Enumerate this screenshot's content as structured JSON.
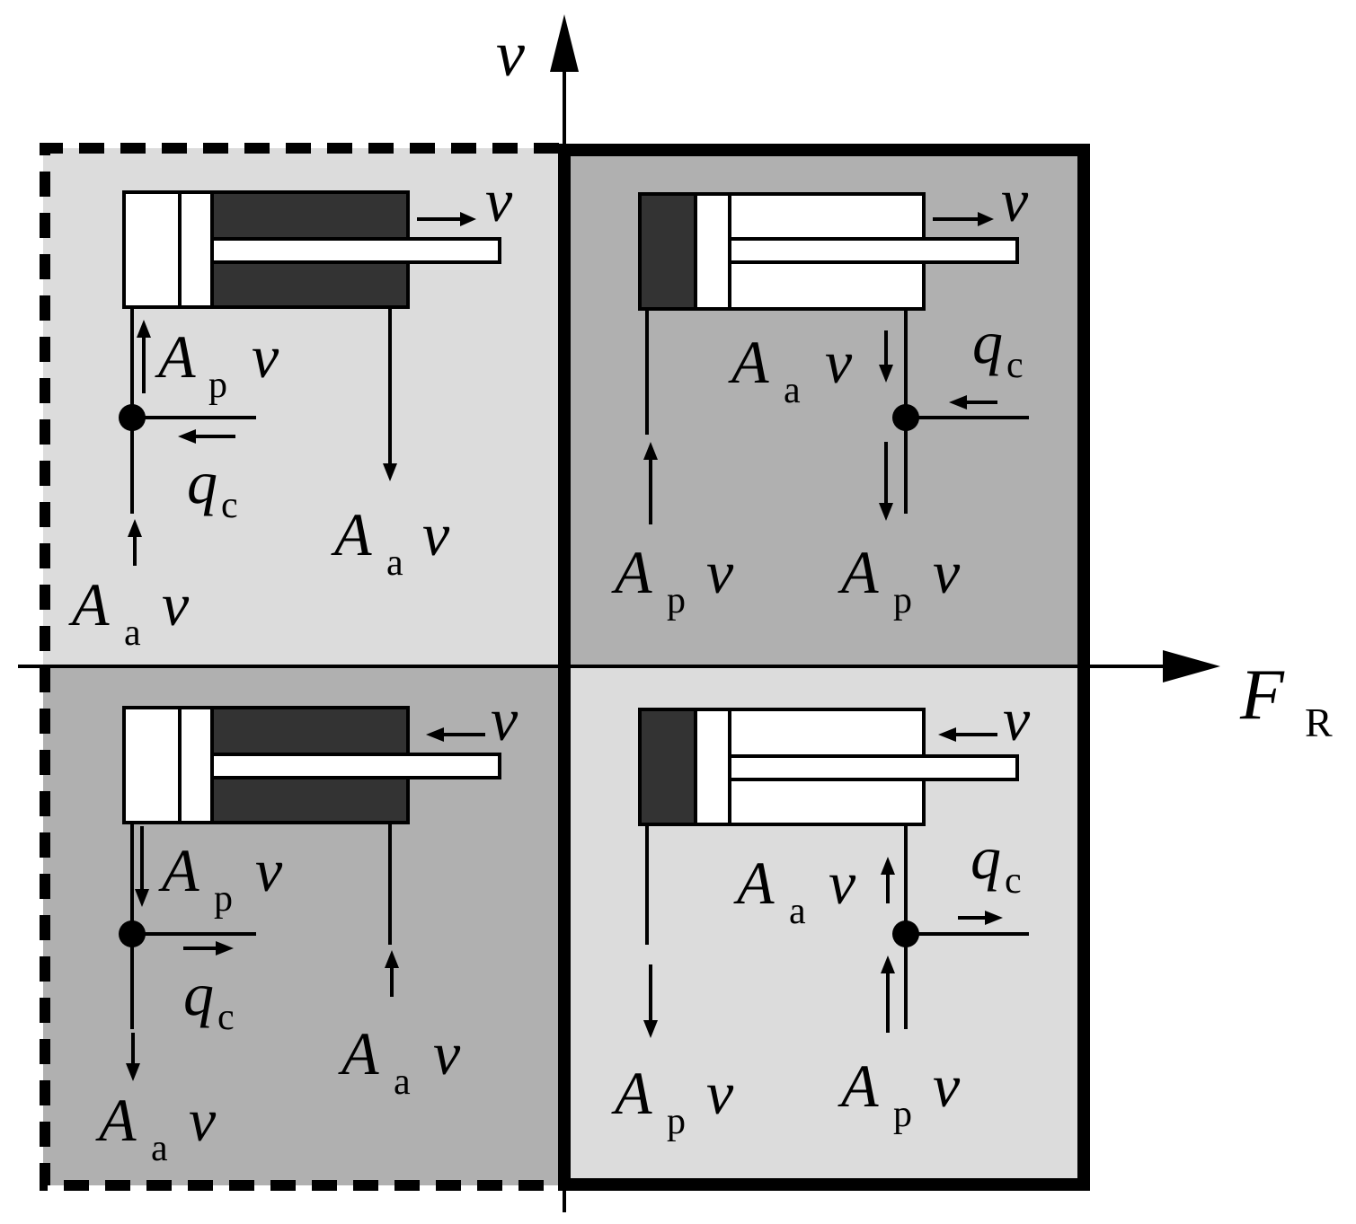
{
  "axes": {
    "y_label": "v",
    "x_label": "F",
    "x_label_sub": "R"
  },
  "colors": {
    "light_fill": "#dcdcdc",
    "dark_fill": "#b0b0b0",
    "chamber_dark": "#333333",
    "ink": "#000000"
  },
  "symbols": {
    "v": "v",
    "A": "A",
    "q": "q",
    "sub_p": "p",
    "sub_a": "a",
    "sub_c": "c"
  },
  "quadrants": [
    {
      "id": "q2",
      "motion": "extend",
      "piston_side": "left",
      "border": "dashed"
    },
    {
      "id": "q1",
      "motion": "extend",
      "piston_side": "right",
      "border": "solid"
    },
    {
      "id": "q3",
      "motion": "retract",
      "piston_side": "left",
      "border": "dashed"
    },
    {
      "id": "q4",
      "motion": "retract",
      "piston_side": "right",
      "border": "solid"
    }
  ]
}
